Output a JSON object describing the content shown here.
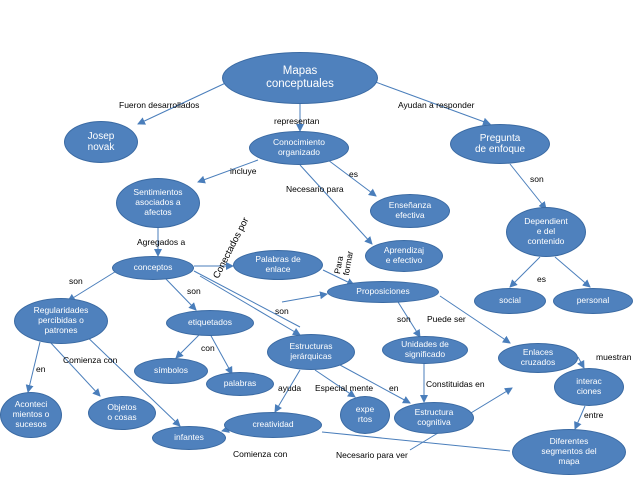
{
  "nodes": {
    "mapas": "Mapas\nconceptuales",
    "josep": "Josep\nnovak",
    "conocimiento": "Conocimiento\norganizado",
    "pregunta": "Pregunta\nde enfoque",
    "sentimientos": "Sentimientos\nasociados a\nafectos",
    "ensenanza": "Enseñanza\nefectiva",
    "dependiente": "Dependient\ne del\ncontenido",
    "palabras_enlace": "Palabras de\nenlace",
    "aprendizaje": "Aprendizaj\ne efectivo",
    "conceptos": "conceptos",
    "proposiciones": "Proposiciones",
    "social": "social",
    "personal": "personal",
    "regularidades": "Regularidades\npercibidas o\npatrones",
    "etiquetados": "etiquetados",
    "estructuras": "Estructuras\njerárquicas",
    "unidades": "Unidades de\nsignificado",
    "enlaces_cruzados": "Enlaces\ncruzados",
    "simbolos": "símbolos",
    "palabras": "palabras",
    "interacciones": "interac\nciones",
    "acontecimientos": "Aconteci\nmientos o\nsucesos",
    "objetos": "Objetos\no cosas",
    "expertos": "expe\nrtos",
    "estructura_cognitiva": "Estructura\ncognitiva",
    "creatividad": "creatividad",
    "infantes": "infantes",
    "diferentes": "Diferentes\nsegmentos del\nmapa"
  },
  "links": {
    "fueron_desarrollados": "Fueron desarrollados",
    "ayudan_a_responder": "Ayudan a responder",
    "representan": "representan",
    "incluye": "incluye",
    "es_1": "es",
    "son_1": "son",
    "necesario_para_1": "Necesario para",
    "conectados_por": "Conectados por",
    "para_formar": "Para\nformar",
    "agregados_a": "Agregados a",
    "es_2": "es",
    "son_2": "son",
    "son_3": "son",
    "son_4": "son",
    "son_5": "son",
    "puede_ser": "Puede ser",
    "con": "con",
    "comienza_con_1": "Comienza con",
    "en_1": "en",
    "muestran": "muestran",
    "ayuda": "ayuda",
    "especial_mente": "Especial mente",
    "en_2": "en",
    "constituidas_en": "Constituidas en",
    "entre": "entre",
    "comienza_con_2": "Comienza con",
    "necesario_para_2": "Necesario para ver"
  },
  "colors": {
    "node_fill": "#4f81bd",
    "node_border": "#3a6aa3",
    "edge": "#4a7ebb",
    "text_on_node": "#ffffff",
    "link_text": "#000000"
  }
}
